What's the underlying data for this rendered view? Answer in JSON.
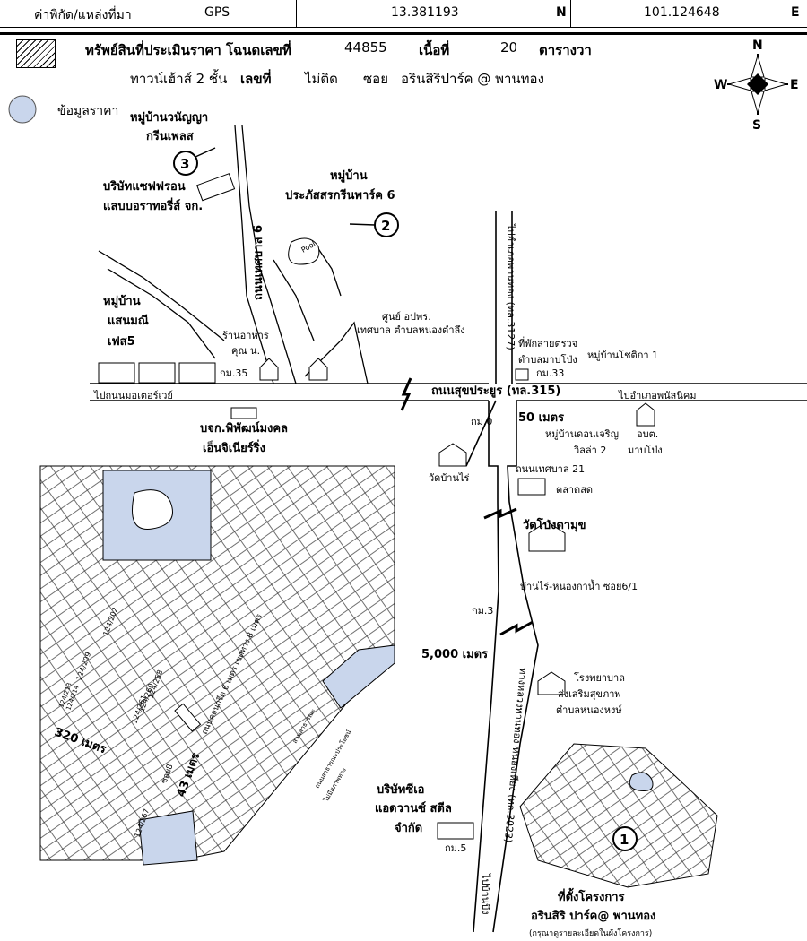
{
  "header": {
    "coord_label": "ค่าพิกัด/แหล่งที่มา",
    "source": "GPS",
    "lat": "13.381193",
    "lat_dir": "N",
    "lon": "101.124648",
    "lon_dir": "E"
  },
  "title": {
    "line1_a": "ทรัพย์สินที่ประเมินราคา โฉนดเลขที่",
    "deed_no": "44855",
    "area_label": "เนื้อที่",
    "area_value": "20",
    "area_unit": "ตารางวา",
    "type": "ทาวน์เฮ้าส์ 2 ชั้น",
    "no_label": "เลขที่",
    "no_value": "ไม่ติด",
    "soi_label": "ซอย",
    "soi_value": "อรินสิริปาร์ค @ พานทอง"
  },
  "legend": {
    "price_data": "ข้อมูลราคา"
  },
  "compass": {
    "n": "N",
    "s": "S",
    "e": "E",
    "w": "W"
  },
  "labels": {
    "v1_a": "หมู่บ้านวนัญญา",
    "v1_b": "กรีนเพลส",
    "saffron_a": "บริษัทแซฟฟรอน",
    "saffron_b": "แลบบอราทอรี่ส์ จก.",
    "v2_a": "หมู่บ้าน",
    "v2_b": "ประภัสสรกรีนพาร์ค 6",
    "pool": "Pool",
    "sanmani_a": "หมู่บ้าน",
    "sanmani_b": "แสนมณี",
    "sanmani_c": "เฟส5",
    "road_tessaban6": "ถนนเทศบาล 6",
    "restaurant_a": "ร้านอาหาร",
    "restaurant_b": "คุณ น.",
    "km35": "กม.35",
    "center_a": "ศูนย์ อปพร.",
    "center_b": "เทศบาล ตำบลหนองตำลึง",
    "road_north": "ไปอำเภอพานทอง (ทล.3127)",
    "checkpoint_a": "ที่พักสายตรวจ",
    "checkpoint_b": "ตำบลมาบโป่ง",
    "km33": "กม.33",
    "chotika": "หมู่บ้านโชติกา 1",
    "main_road": "ถนนสุขประยูร (ทล.315)",
    "to_motorway": "ไปถนนมอเตอร์เวย์",
    "to_phanatnikhom": "ไปอำเภอพนัสนิคม",
    "pipat_a": "บจก.พิพัฒน์มงคล",
    "pipat_b": "เอ็นจิเนียร์ริ่ง",
    "km0": "กม.0",
    "fifty_m": "50 เมตร",
    "charoen_a": "หมู่บ้านดอนเจริญ",
    "charoen_b": "วิลล่า 2",
    "obt_a": "อบต.",
    "obt_b": "มาบโป่ง",
    "wat_banrai": "วัดบ้านไร่",
    "tessaban21": "ถนนเทศบาล 21",
    "market": "ตลาดสด",
    "wat_pong": "วัดโป่งตามุข",
    "banrai_road": "บ้านไร่-หนองกาน้ำ ซอย6/1",
    "km3": "กม.3",
    "five_km": "5,000 เมตร",
    "hospital_a": "โรงพยาบาล",
    "hospital_b": "ส่งเสริมสุขภาพ",
    "hospital_c": "ตำบลหนองหงษ์",
    "highway": "ทางหลวงพานทอง-หนองเหียง (ทล.3023)",
    "ca_a": "บริษัทซีเอ",
    "ca_b": "แอดวานซ์ สตีล",
    "ca_c": "จำกัด",
    "km5": "กม.5",
    "to_banbueng": "ไปบ้านบึง",
    "site_a": "ที่ตั้งโครงการ",
    "site_b": "อรินสิริ ปาร์ค@ พานทอง",
    "site_c": "(กรุณาดูรายละเอียดในผังโครงการ)",
    "three20": "320 เมตร",
    "fourty3": "43 เมตร",
    "road6m": "ถนนคอนกรีต 6 เมตร เขตทาง 8 เมตร",
    "soi8": "ซอย8",
    "park": "สวนสาธารณะ",
    "lot_a": "124/202",
    "lot_b": "124/209",
    "lot_c": "124/213",
    "lot_d": "124/214",
    "lot_e": "124/258",
    "lot_f": "124/260",
    "lot_g": "124/261",
    "lot_h": "124/267",
    "sub_road_a": "ถนนสาธารณะประโยชน์",
    "sub_road_b": "ไม่มีสภาพทาง"
  },
  "markers": [
    "1",
    "2",
    "3"
  ]
}
